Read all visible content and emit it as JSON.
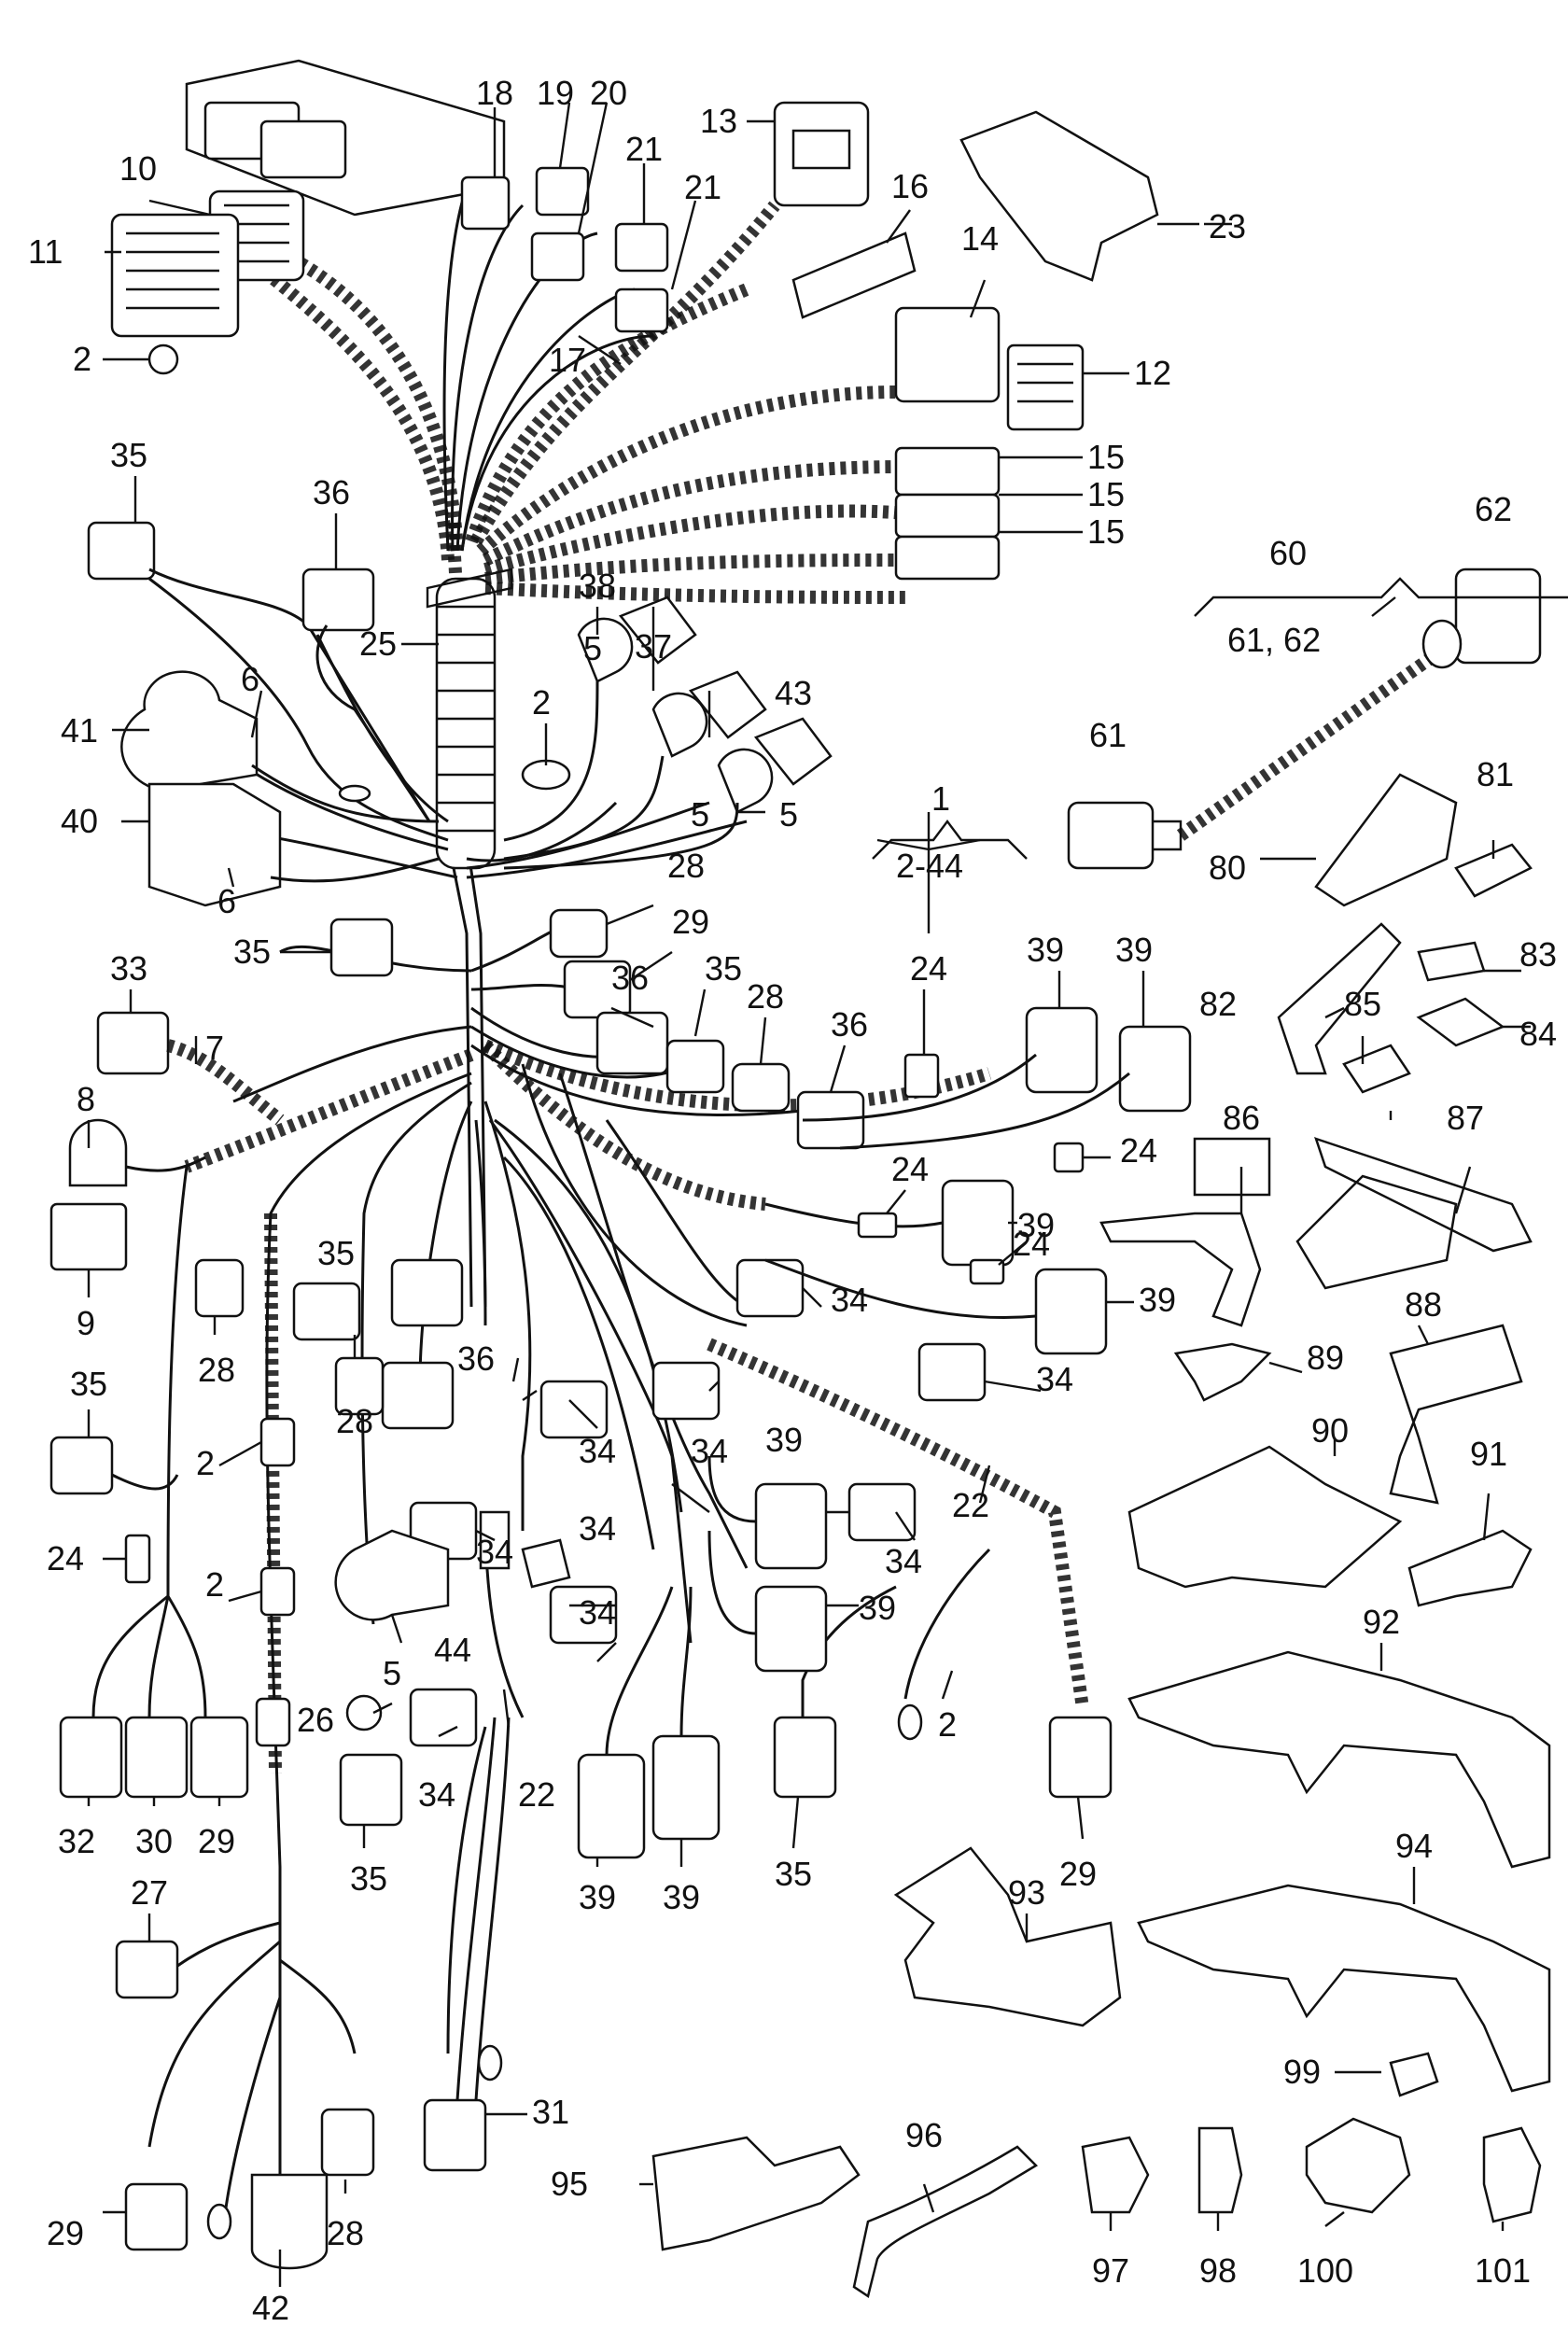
{
  "labels": {
    "l1": "1",
    "l2": "2",
    "l2_44": "2-44",
    "l5": "5",
    "l6": "6",
    "l7": "7",
    "l8": "8",
    "l9": "9",
    "l10": "10",
    "l11": "11",
    "l12": "12",
    "l13": "13",
    "l14": "14",
    "l15": "15",
    "l16": "16",
    "l17": "17",
    "l18": "18",
    "l19": "19",
    "l20": "20",
    "l21": "21",
    "l22": "22",
    "l23": "23",
    "l24": "24",
    "l25": "25",
    "l26": "26",
    "l27": "27",
    "l28": "28",
    "l29": "29",
    "l30": "30",
    "l31": "31",
    "l32": "32",
    "l33": "33",
    "l34": "34",
    "l35": "35",
    "l36": "36",
    "l37": "37",
    "l38": "38",
    "l39": "39",
    "l40": "40",
    "l41": "41",
    "l42": "42",
    "l43": "43",
    "l44": "44",
    "l60": "60",
    "l61": "61",
    "l61_62": "61, 62",
    "l62": "62",
    "l80": "80",
    "l81": "81",
    "l82": "82",
    "l83": "83",
    "l84": "84",
    "l85": "85",
    "l86": "86",
    "l87": "87",
    "l88": "88",
    "l89": "89",
    "l90": "90",
    "l91": "91",
    "l92": "92",
    "l93": "93",
    "l94": "94",
    "l95": "95",
    "l96": "96",
    "l97": "97",
    "l98": "98",
    "l99": "99",
    "l100": "100",
    "l101": "101"
  }
}
